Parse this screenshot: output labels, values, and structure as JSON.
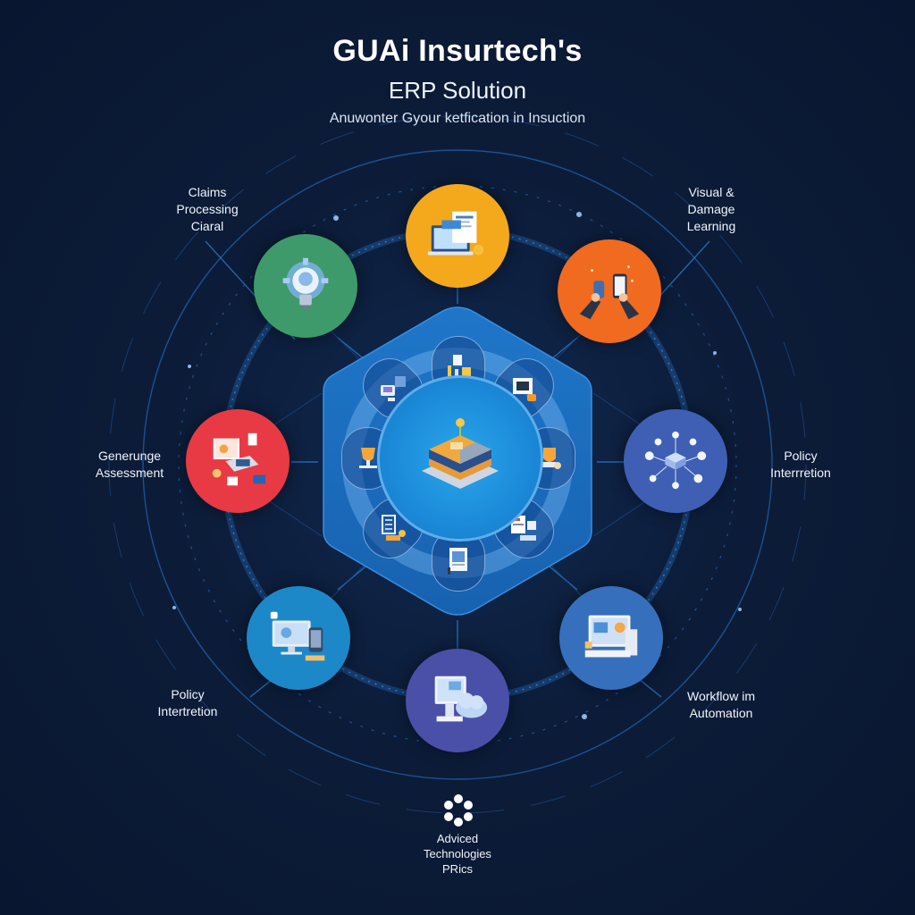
{
  "header": {
    "title": "GUAi Insurtech's",
    "subtitle": "ERP Solution",
    "tagline": "Anuwonter Gyour ketfication in Insuction"
  },
  "labels": {
    "top_left": [
      "Claims",
      "Processing",
      "Ciaral"
    ],
    "top_right": [
      "Visual &",
      "Damage",
      "Learning"
    ],
    "mid_left": [
      "Generunge",
      "Assessment"
    ],
    "mid_right": [
      "Policy",
      "Interrretion"
    ],
    "bottom_left": [
      "Policy",
      "Intertretion"
    ],
    "bottom_right": [
      "Workflow im",
      "Automation"
    ],
    "bottom_center": [
      "Adviced",
      "Technologies",
      "PRics"
    ]
  },
  "nodes": [
    {
      "id": "top",
      "color": "#f4a81c",
      "icon": "documents-laptop-icon"
    },
    {
      "id": "top-left",
      "color": "#3e9a6a",
      "icon": "lightbulb-gear-icon"
    },
    {
      "id": "top-right",
      "color": "#f06a1f",
      "icon": "mobile-phones-hands-icon"
    },
    {
      "id": "left",
      "color": "#e83a44",
      "icon": "workstation-desk-icon"
    },
    {
      "id": "right",
      "color": "#3f5fb4",
      "icon": "network-hub-icon"
    },
    {
      "id": "bottom-left",
      "color": "#1d88c8",
      "icon": "desktop-mobile-icon"
    },
    {
      "id": "bottom",
      "color": "#4a4fa8",
      "icon": "cloud-computer-icon"
    },
    {
      "id": "bottom-right",
      "color": "#3670bd",
      "icon": "office-computer-icon"
    }
  ],
  "center": {
    "hex_color": "#1b6fc0",
    "core_icon": "server-stack-icon",
    "pods": [
      "document-tools-icon",
      "terminal-box-icon",
      "shield-hand-icon",
      "checklist-report-icon",
      "clipboard-icon",
      "notes-stack-icon",
      "trophy-icon",
      "desktop-user-icon"
    ]
  },
  "colors": {
    "background": "#0b1a33",
    "ring": "#1f5fa8",
    "text": "#ffffff"
  }
}
